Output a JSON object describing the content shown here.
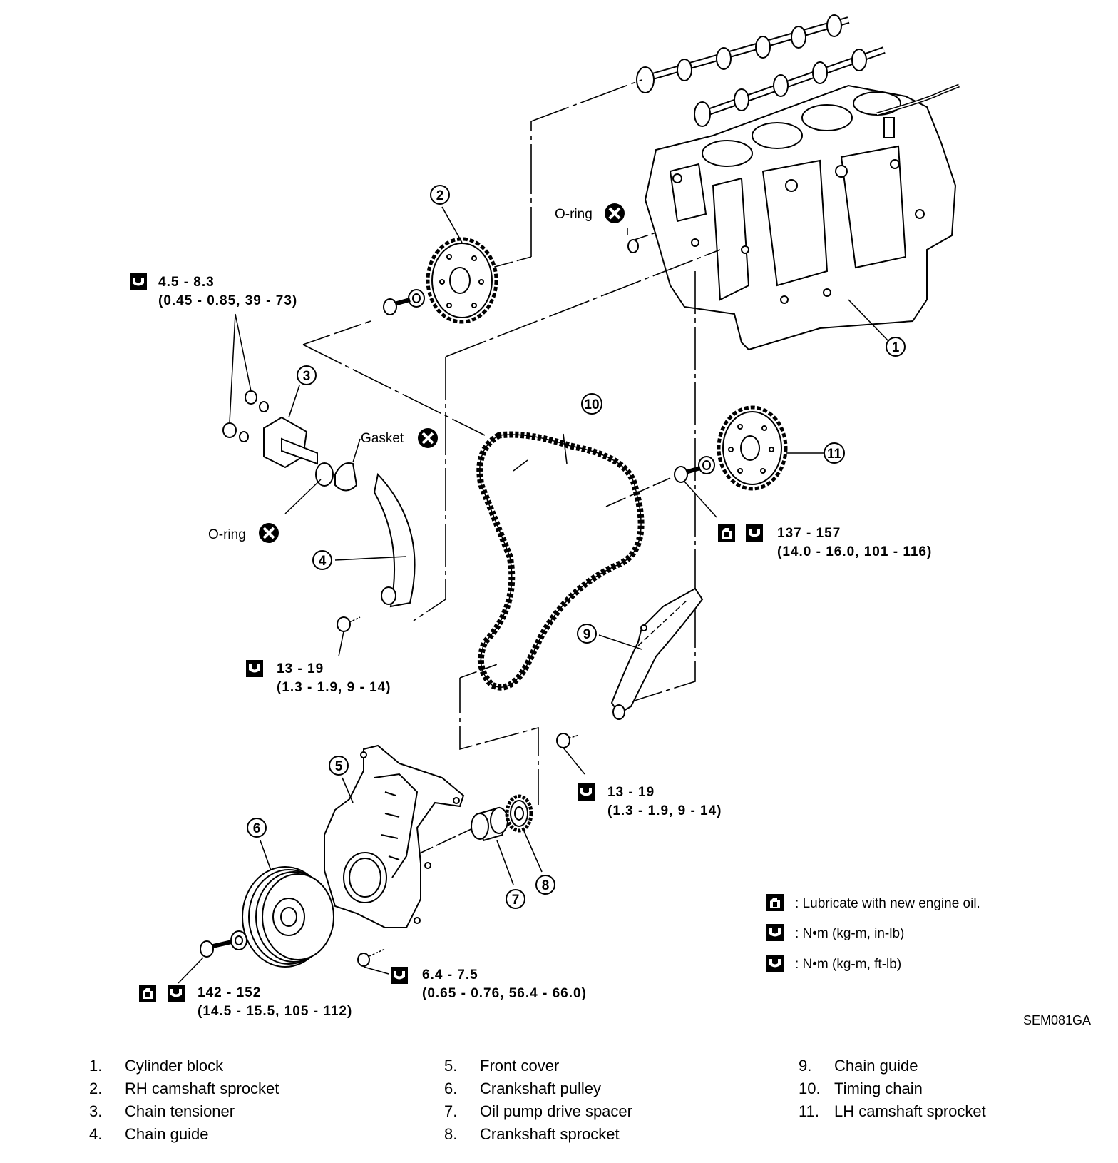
{
  "callouts": {
    "c1": "1",
    "c2": "2",
    "c3": "3",
    "c4": "4",
    "c5": "5",
    "c6": "6",
    "c7": "7",
    "c8": "8",
    "c9": "9",
    "c10": "10",
    "c11": "11"
  },
  "notes": {
    "oring_top": "O-ring",
    "gasket": "Gasket",
    "oring_left": "O-ring"
  },
  "torques": {
    "tensioner_main": "4.5 - 8.3",
    "tensioner_sub": "(0.45 - 0.85, 39 - 73)",
    "lh_sprocket_main": "137 - 157",
    "lh_sprocket_sub": "(14.0 - 16.0, 101 - 116)",
    "guide4_main": "13 - 19",
    "guide4_sub": "(1.3 - 1.9, 9 - 14)",
    "guide9_main": "13 - 19",
    "guide9_sub": "(1.3 - 1.9, 9 - 14)",
    "cover_main": "6.4 - 7.5",
    "cover_sub": "(0.65 - 0.76, 56.4 - 66.0)",
    "pulley_main": "142 - 152",
    "pulley_sub": "(14.5 - 15.5, 105 - 112)"
  },
  "legend": {
    "lubricate": ": Lubricate with new engine oil.",
    "nm_inlb": ": N•m (kg-m, in-lb)",
    "nm_ftlb": ": N•m (kg-m, ft-lb)"
  },
  "figure_code": "SEM081GA",
  "parts": [
    {
      "num": "1.",
      "name": "Cylinder block"
    },
    {
      "num": "2.",
      "name": "RH camshaft sprocket"
    },
    {
      "num": "3.",
      "name": "Chain tensioner"
    },
    {
      "num": "4.",
      "name": "Chain guide"
    },
    {
      "num": "5.",
      "name": "Front cover"
    },
    {
      "num": "6.",
      "name": "Crankshaft pulley"
    },
    {
      "num": "7.",
      "name": "Oil pump drive spacer"
    },
    {
      "num": "8.",
      "name": "Crankshaft sprocket"
    },
    {
      "num": "9.",
      "name": "Chain guide"
    },
    {
      "num": "10.",
      "name": "Timing chain"
    },
    {
      "num": "11.",
      "name": "LH camshaft sprocket"
    }
  ]
}
